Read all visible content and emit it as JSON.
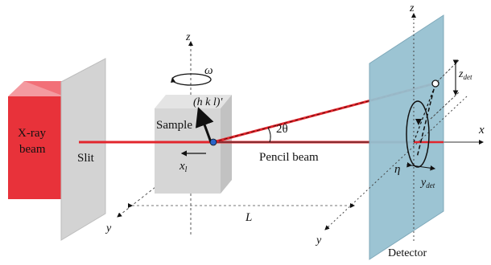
{
  "labels": {
    "source": [
      "X-ray",
      "beam"
    ],
    "slit": "Slit",
    "sample": "Sample",
    "miller": "(h k l)'",
    "omega": "ω",
    "two_theta": "2θ",
    "beam": "Pencil beam",
    "detector": "Detector",
    "eta": "η",
    "L": "L",
    "x_l": "x",
    "x_l_sub": "l",
    "z_det": "z",
    "z_det_sub": "det",
    "y_det": "y",
    "y_det_sub": "det"
  },
  "axes": {
    "x": "x",
    "y": "y",
    "z": "z"
  },
  "colors": {
    "source_front": "#e8323a",
    "source_side": "#f27078",
    "source_top": "#f49aa0",
    "beam": "#e2262d",
    "slit": "#cfcfcf",
    "sample": "#d6d6d6",
    "detector": "#97c1d1"
  }
}
